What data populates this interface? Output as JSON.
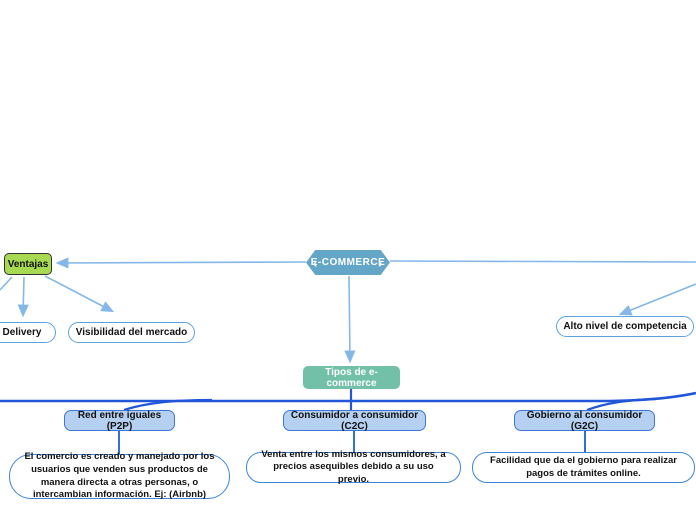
{
  "diagram": {
    "kind": "mind-map",
    "root": {
      "label": "E-COMMERCE"
    },
    "ventajas": {
      "label": "Ventajas"
    },
    "ventajas_children": {
      "delivery": {
        "label": "Delivery"
      },
      "visibilidad": {
        "label": "Visibilidad del mercado"
      }
    },
    "desventajas_children": {
      "alto_nivel": {
        "label": "Alto nivel de competencia"
      }
    },
    "tipos": {
      "label": "Tipos de e-commerce"
    },
    "tipo_nodes": {
      "p2p": {
        "label": "Red entre iguales (P2P)",
        "description": "El comercio es creado y manejado por los usuarios que venden sus productos de manera directa a otras personas, o intercambian información. Ej: (Airbnb)"
      },
      "c2c": {
        "label": "Consumidor a consumidor (C2C)",
        "description": "Venta entre los mismos consumidores, a precios asequibles debido a su uso previo."
      },
      "g2c": {
        "label": "Gobierno al consumidor (G2C)",
        "description": "Facilidad que da el gobierno para realizar pagos de trámites online."
      }
    },
    "icons": {
      "root_left_chevron": "‹",
      "root_right_chevron": "›"
    },
    "palette": {
      "root_fill": "#64a6c7",
      "ventajas_fill": "#a7da52",
      "tipos_fill": "#72c0a7",
      "type_fill": "#b5d0f1",
      "type_border": "#3b77d9",
      "pill_border": "#5da2e0",
      "desc_border": "#3d85d8",
      "thin_arrow": "#85b8e8",
      "thick_line": "#2256d9"
    }
  }
}
